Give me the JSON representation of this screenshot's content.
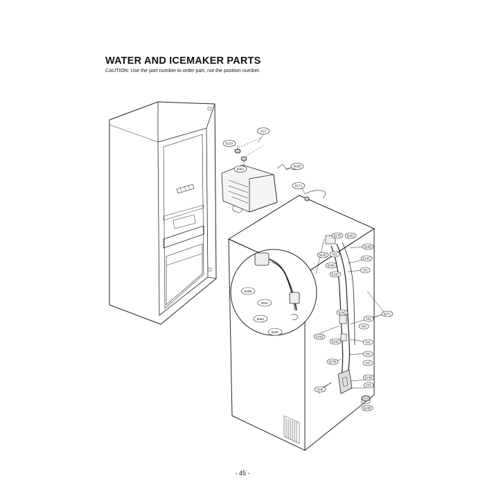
{
  "header": {
    "title": "WATER AND ICEMAKER PARTS",
    "caution": "CAUTION: Use the part number to order part, not the position number."
  },
  "footer": {
    "page_number": "- 45 -"
  },
  "callouts": [
    {
      "id": "c-513",
      "label": "513"
    },
    {
      "id": "c-622a",
      "label": "622A"
    },
    {
      "id": "c-605a",
      "label": "605A"
    },
    {
      "id": "c-603b",
      "label": "603B"
    },
    {
      "id": "c-617a",
      "label": "617A"
    },
    {
      "id": "c-617b",
      "label": "617B"
    },
    {
      "id": "c-626a",
      "label": "626A"
    },
    {
      "id": "c-616d",
      "label": "616D"
    },
    {
      "id": "c-623d",
      "label": "623D"
    },
    {
      "id": "c-531a",
      "label": "531"
    },
    {
      "id": "c-616c",
      "label": "616C"
    },
    {
      "id": "c-616h",
      "label": "616H"
    },
    {
      "id": "c-616f",
      "label": "616F"
    },
    {
      "id": "c-531b",
      "label": "531"
    },
    {
      "id": "c-627a",
      "label": "627A"
    },
    {
      "id": "c-616e",
      "label": "616E"
    },
    {
      "id": "c-531c",
      "label": "531"
    },
    {
      "id": "c-620",
      "label": "620"
    },
    {
      "id": "c-616g",
      "label": "616G"
    },
    {
      "id": "c-623a",
      "label": "623A"
    },
    {
      "id": "c-531d",
      "label": "531"
    },
    {
      "id": "c-531e",
      "label": "531"
    },
    {
      "id": "c-627b",
      "label": "627B"
    },
    {
      "id": "c-531f",
      "label": "531"
    },
    {
      "id": "c-616b",
      "label": "616B"
    },
    {
      "id": "c-531g",
      "label": "531"
    },
    {
      "id": "c-616i",
      "label": "616I"
    },
    {
      "id": "c-623b",
      "label": "623B"
    },
    {
      "id": "c-623b-detail",
      "label": "623B"
    },
    {
      "id": "c-616a-detail",
      "label": "616A"
    },
    {
      "id": "c-605a-detail",
      "label": "605A"
    },
    {
      "id": "c-616f-detail",
      "label": "616F"
    }
  ]
}
